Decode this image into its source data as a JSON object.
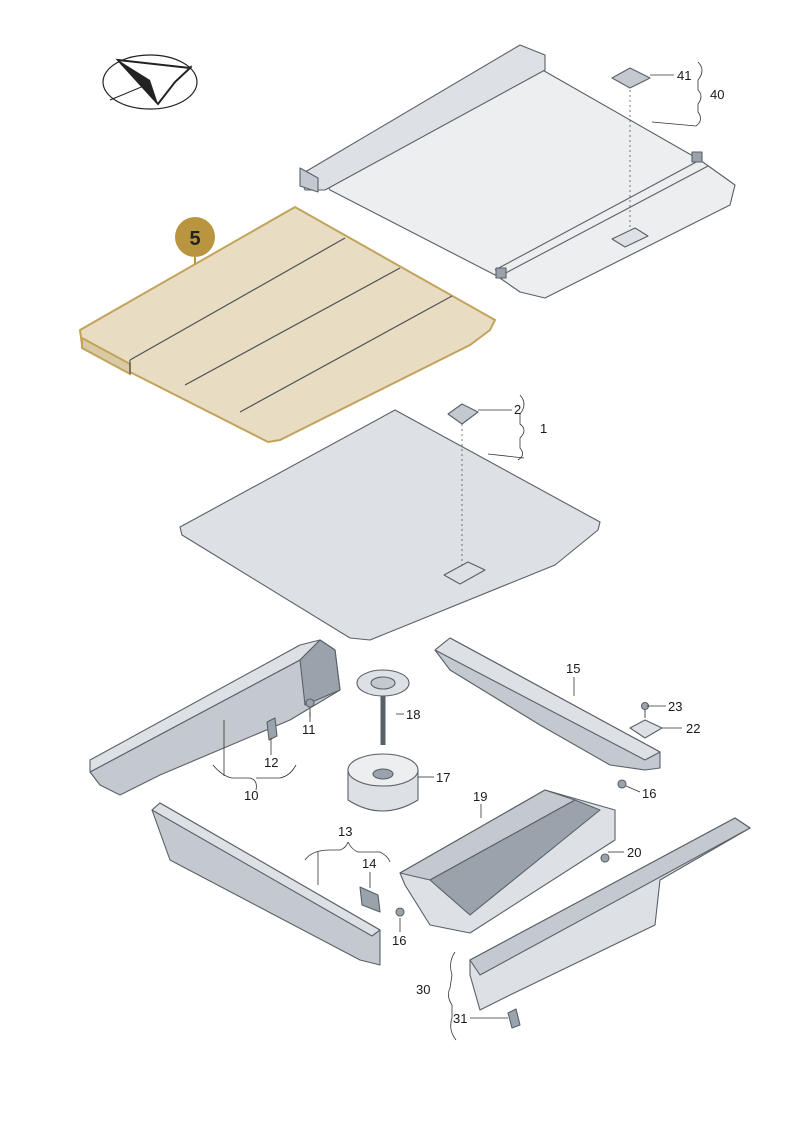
{
  "callouts": {
    "highlight": "5",
    "p41": "41",
    "p40": "40",
    "p2": "2",
    "p1": "1",
    "p15": "15",
    "p23": "23",
    "p22": "22",
    "p16a": "16",
    "p18": "18",
    "p17": "17",
    "p11": "11",
    "p12": "12",
    "p10": "10",
    "p19": "19",
    "p20": "20",
    "p13": "13",
    "p14": "14",
    "p16b": "16",
    "p30": "30",
    "p31": "31"
  },
  "colors": {
    "highlight_fill": "#b9953f",
    "highlight_outline": "#c2a35c",
    "floor_fill": "#e8dcc3",
    "part_fill": "#d5dadf"
  },
  "icons": [
    "orientation-arrow-icon"
  ]
}
